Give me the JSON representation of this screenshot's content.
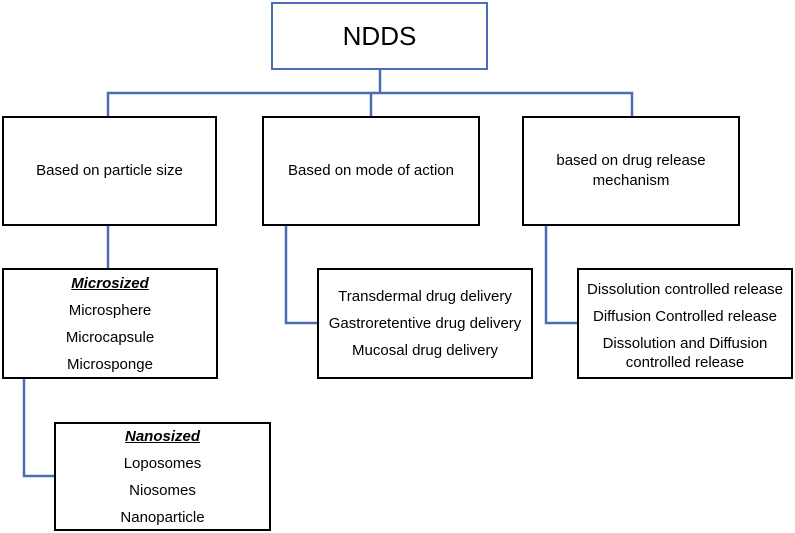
{
  "root": {
    "label": "NDDS"
  },
  "categories": [
    {
      "label": "Based on particle size"
    },
    {
      "label": "Based on mode of action"
    },
    {
      "label": "based on drug release mechanism"
    }
  ],
  "microsized": {
    "heading": "Microsized",
    "items": [
      "Microsphere",
      "Microcapsule",
      "Microsponge"
    ]
  },
  "nanosized": {
    "heading": "Nanosized",
    "items": [
      "Loposomes",
      "Niosomes",
      "Nanoparticle"
    ]
  },
  "mode_of_action": {
    "items": [
      "Transdermal drug delivery",
      "Gastroretentive drug delivery",
      "Mucosal drug delivery"
    ]
  },
  "release_mechanism": {
    "items": [
      "Dissolution controlled release",
      "Diffusion Controlled release",
      "Dissolution and Diffusion controlled release"
    ]
  },
  "colors": {
    "connector": "#4a6db5",
    "root_border": "#4a6db5",
    "box_border": "#000000"
  }
}
